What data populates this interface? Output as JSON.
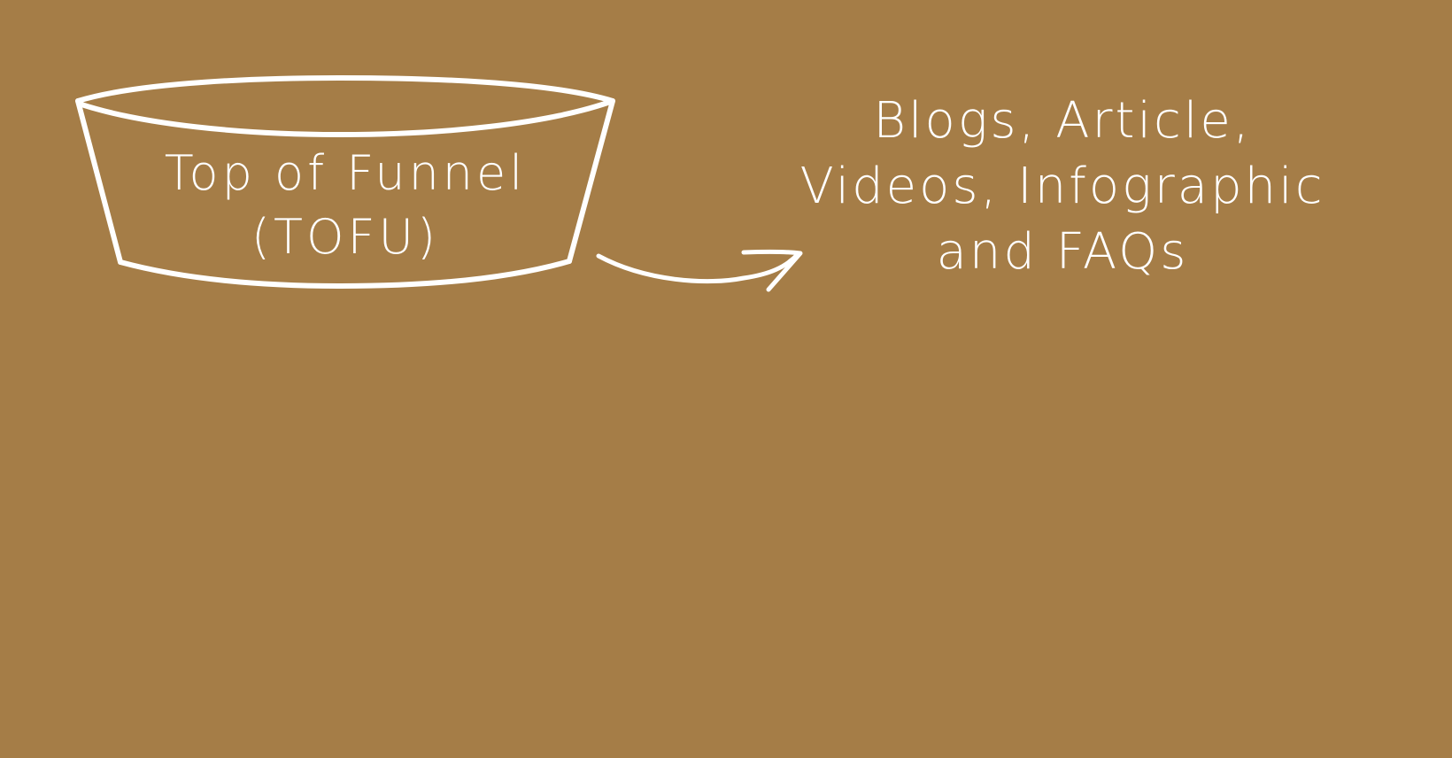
{
  "colors": {
    "background": "#a57d47",
    "stroke": "#ffffff",
    "text": "#ffffff"
  },
  "funnel": {
    "label_line1": "Top of Funnel",
    "label_line2": "(TOFU)"
  },
  "content_types": {
    "line1": "Blogs, Article,",
    "line2": "Videos, Infographic",
    "line3": "and FAQs"
  },
  "icons": {
    "funnel": "funnel-bowl-icon",
    "arrow": "curved-arrow-right-icon"
  }
}
